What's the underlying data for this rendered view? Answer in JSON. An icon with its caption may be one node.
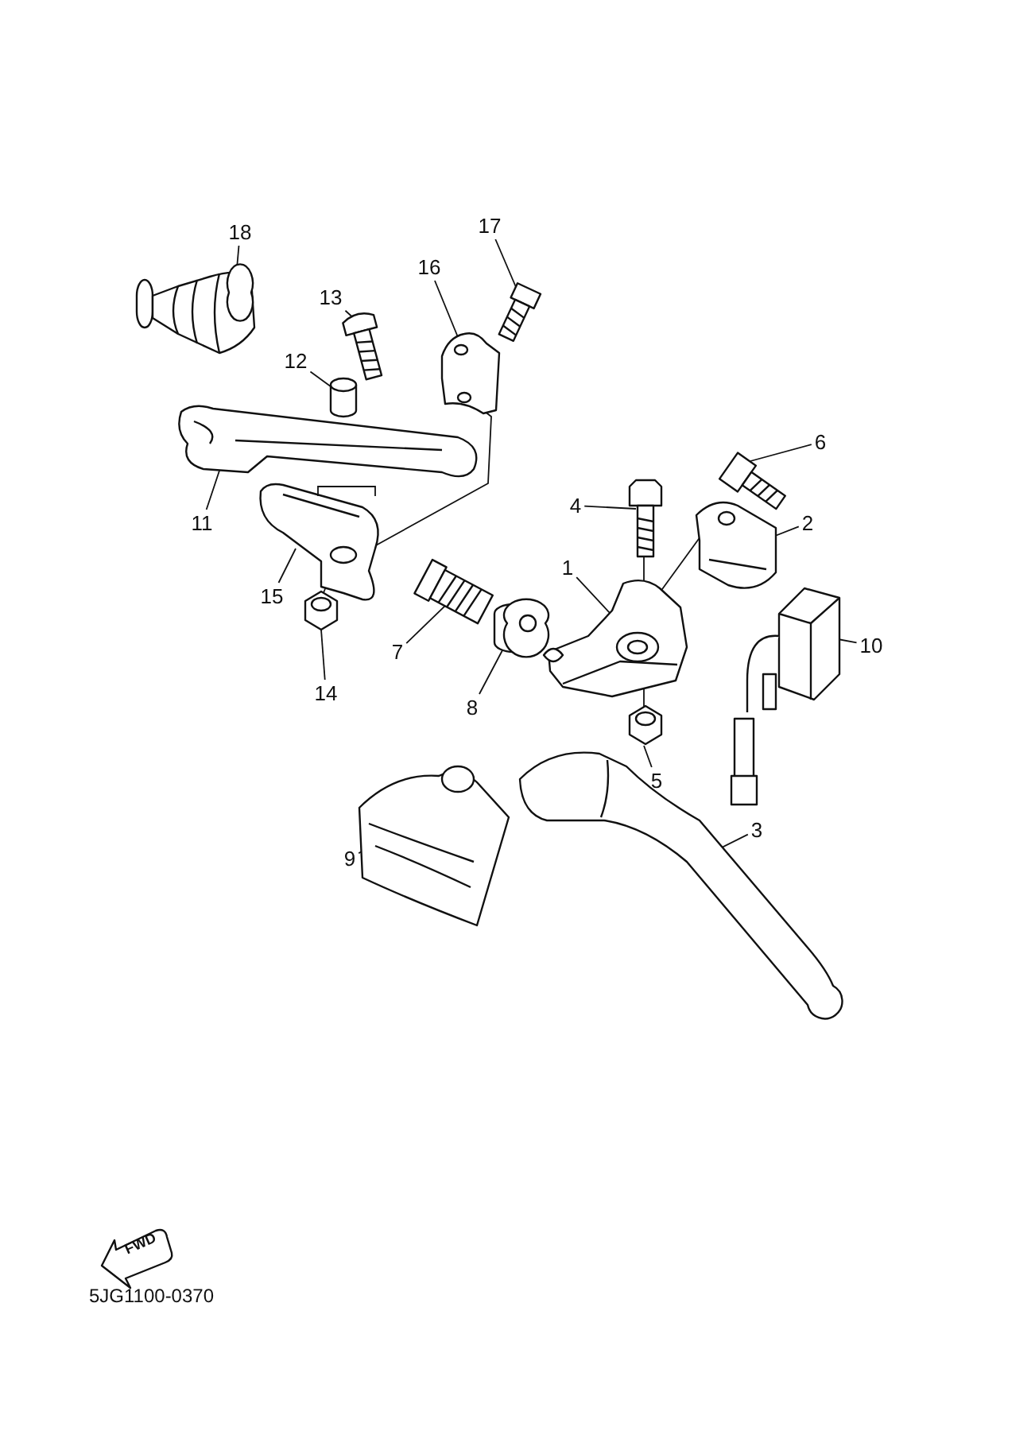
{
  "diagram": {
    "nodes": [
      {
        "text": [
          "1"
        ]
      },
      {
        "text": [
          "2"
        ]
      },
      {
        "text": [
          "3"
        ]
      },
      {
        "text": [
          "4"
        ]
      },
      {
        "text": [
          "5"
        ]
      },
      {
        "text": [
          "6"
        ]
      },
      {
        "text": [
          "7"
        ]
      },
      {
        "text": [
          "8"
        ]
      },
      {
        "text": [
          "9"
        ]
      },
      {
        "text": [
          "10"
        ]
      },
      {
        "text": [
          "11"
        ]
      },
      {
        "text": [
          "12"
        ]
      },
      {
        "text": [
          "13"
        ]
      },
      {
        "text": [
          "14"
        ]
      },
      {
        "text": [
          "15"
        ]
      },
      {
        "text": [
          "16"
        ]
      },
      {
        "text": [
          "17"
        ]
      },
      {
        "text": [
          "18"
        ]
      },
      {
        "text": [],
        "shape": "picture"
      },
      {
        "text": [],
        "shape": "picture"
      },
      {
        "text": [],
        "shape": "picture"
      },
      {
        "text": [],
        "shape": "picture"
      },
      {
        "text": [],
        "shape": "picture"
      },
      {
        "text": [],
        "shape": "picture"
      },
      {
        "text": [],
        "shape": "picture"
      },
      {
        "text": [],
        "shape": "picture"
      },
      {
        "text": [],
        "shape": "picture"
      },
      {
        "text": [],
        "shape": "picture"
      },
      {
        "text": [],
        "shape": "picture"
      },
      {
        "text": [],
        "shape": "picture"
      },
      {
        "text": [],
        "shape": "picture"
      },
      {
        "text": [],
        "shape": "picture"
      },
      {
        "text": [],
        "shape": "picture"
      },
      {
        "text": [],
        "shape": "picture"
      },
      {
        "text": [],
        "shape": "picture"
      },
      {
        "text": [],
        "shape": "picture"
      },
      {
        "text": [
          "FWD"
        ]
      }
    ],
    "edges": [
      {
        "from": 0,
        "to": 18,
        "arrow": "none"
      },
      {
        "from": 1,
        "to": 19,
        "arrow": "none"
      },
      {
        "from": 2,
        "to": 20,
        "arrow": "none"
      },
      {
        "from": 3,
        "to": 21,
        "arrow": "none"
      },
      {
        "from": 4,
        "to": 22,
        "arrow": "none"
      },
      {
        "from": 5,
        "to": 23,
        "arrow": "none"
      },
      {
        "from": 6,
        "to": 24,
        "arrow": "none"
      },
      {
        "from": 7,
        "to": 25,
        "arrow": "none"
      },
      {
        "from": 8,
        "to": 26,
        "arrow": "none"
      },
      {
        "from": 9,
        "to": 27,
        "arrow": "none"
      },
      {
        "from": 10,
        "to": 28,
        "arrow": "none"
      },
      {
        "from": 11,
        "to": 29,
        "arrow": "none"
      },
      {
        "from": 12,
        "to": 30,
        "arrow": "none"
      },
      {
        "from": 13,
        "to": 31,
        "arrow": "none"
      },
      {
        "from": 14,
        "to": 32,
        "arrow": "none"
      },
      {
        "from": 15,
        "to": 33,
        "arrow": "none"
      },
      {
        "from": 16,
        "to": 34,
        "arrow": "none"
      },
      {
        "from": 17,
        "to": 35,
        "arrow": "none"
      },
      {
        "from": 33,
        "to": 32,
        "arrow": "none"
      },
      {
        "from": 21,
        "to": 18,
        "arrow": "none"
      },
      {
        "from": 18,
        "to": 22,
        "arrow": "none"
      },
      {
        "from": 19,
        "to": 18,
        "arrow": "none"
      },
      {
        "from": 31,
        "to": 32,
        "arrow": "none"
      }
    ],
    "labels": [
      "5JG1100-0370"
    ]
  }
}
